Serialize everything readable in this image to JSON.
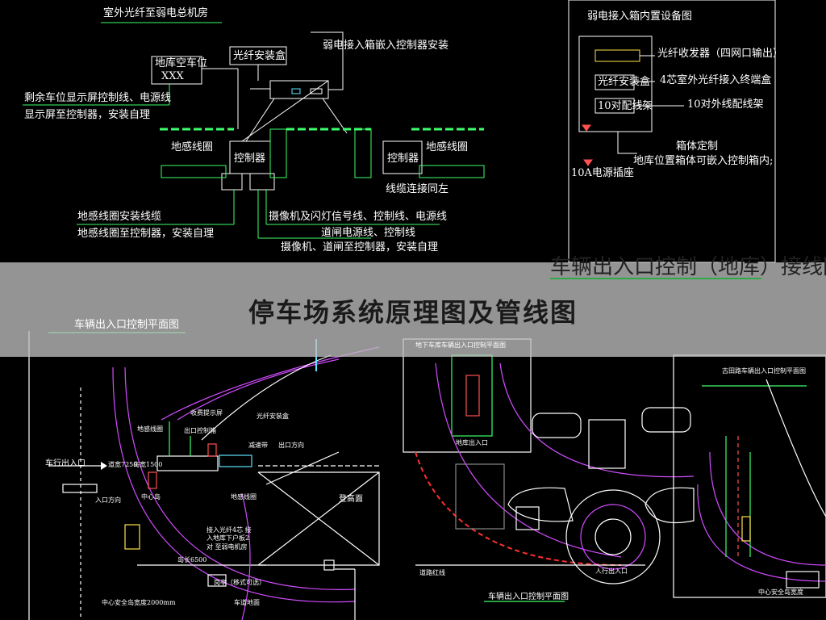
{
  "top_left": {
    "outdoor_fiber": "室外光纤至弱电总机房",
    "spaces_label": "地库空车位",
    "spaces_value": "XXX",
    "fiber_box": "光纤安装盒",
    "embed_box": "弱电接入箱嵌入控制器安装",
    "remaining_line_1": "剩余车位显示屏控制线、电源线",
    "remaining_line_2": "显示屏至控制器，安装自理",
    "loop_left": "地感线圈",
    "controller_left": "控制器",
    "controller_right": "控制器",
    "loop_right": "地感线圈",
    "cable_note": "线缆连接同左",
    "loop_cable_1": "地感线圈安装线缆",
    "loop_cable_2": "地感线圈至控制器，安装自理",
    "camera_1": "摄像机及闪灯信号线、控制线、电源线",
    "camera_2": "道闸电源线、控制线",
    "camera_3": "摄像机、道闸至控制器，安装自理"
  },
  "top_right": {
    "title": "弱电接入箱内置设备图",
    "transceiver": "光纤收发器（四网口输出）",
    "fiber_box": "光纤安装盒",
    "fiber_box_note": "4芯室外光纤接入终端盒",
    "patch_frame": "10对配线架",
    "patch_note": "10对外线配线架",
    "custom_1": "箱体定制",
    "custom_2": "地库位置箱体可嵌入控制箱内;",
    "socket": "10A电源插座"
  },
  "banner": {
    "title": "停车场系统原理图及管线图",
    "subtitle": "车辆出入口控制（地库）接线图"
  },
  "bottom_left": {
    "title": "车辆出入口控制平面图",
    "exit_lane": "车行出入口",
    "entry_dir": "入口方向",
    "exit_dir": "出口方向",
    "fiber_box": "光纤安装盒",
    "loop_1": "地感线圈",
    "loop_2": "地感线圈",
    "controller": "出口控制箱",
    "speed_bump": "减速带",
    "island": "岛长6500",
    "booth": "岗亭（移式可选）",
    "center_label": "中心安全岛宽度2000mm",
    "road": "车道地面",
    "display": "收费提示屏",
    "ceiling": "登高面",
    "center": "中心岛",
    "access": "接入光纤4芯 接入地库下户板2对 至弱电机房",
    "dim_left": "道宽7250",
    "dim_right": "岛宽1500"
  },
  "bottom_mid": {
    "title": "地下车库车辆出入口控制平面图",
    "footer": "车辆出入口控制平面图",
    "entrance": "地库出入口",
    "road": "道路红线",
    "entry": "人行出入口"
  },
  "bottom_right": {
    "title": "古田路车辆出入口控制平面图",
    "note": "中心安全岛宽度"
  }
}
